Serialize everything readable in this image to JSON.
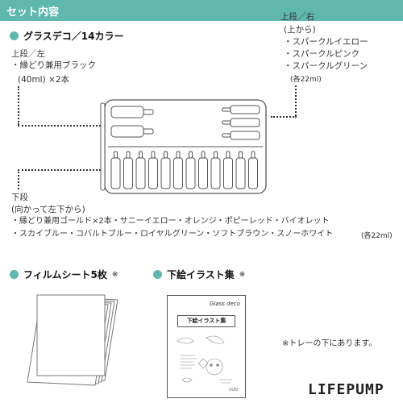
{
  "header": {
    "title": "セット内容"
  },
  "section1": {
    "title": "グラスデコ／14カラー"
  },
  "upper_left": {
    "label": "上段／左",
    "item": "・縁どり兼用ブラック",
    "detail": "(40ml) ×2本"
  },
  "upper_right": {
    "label": "上段／右",
    "sub": "(上から)",
    "items": [
      "・スパークルイエロー",
      "・スパークルピンク",
      "・スパークルグリーン"
    ],
    "detail": "(各22ml)"
  },
  "lower": {
    "label": "下段",
    "sub": "(向かって左下から)",
    "line1": "・縁どり兼用ゴールド×2本・サニーイエロー・オレンジ・ポピーレッド・バイオレット",
    "line2": "・スカイブルー・コバルトブルー・ロイヤルグリーン・ソフトブラウン・スノーホワイト",
    "detail": "(各22ml)"
  },
  "film": {
    "title": "フィルムシート5枚",
    "mark": "※"
  },
  "illust": {
    "title": "下絵イラスト集",
    "mark": "※"
  },
  "booklet": {
    "brand": "Glass deco",
    "title": "下絵イラスト集"
  },
  "note": "※トレーの下にあります。",
  "brand": "LIFEPUMP",
  "colors": {
    "accent": "#5fb7ad"
  }
}
